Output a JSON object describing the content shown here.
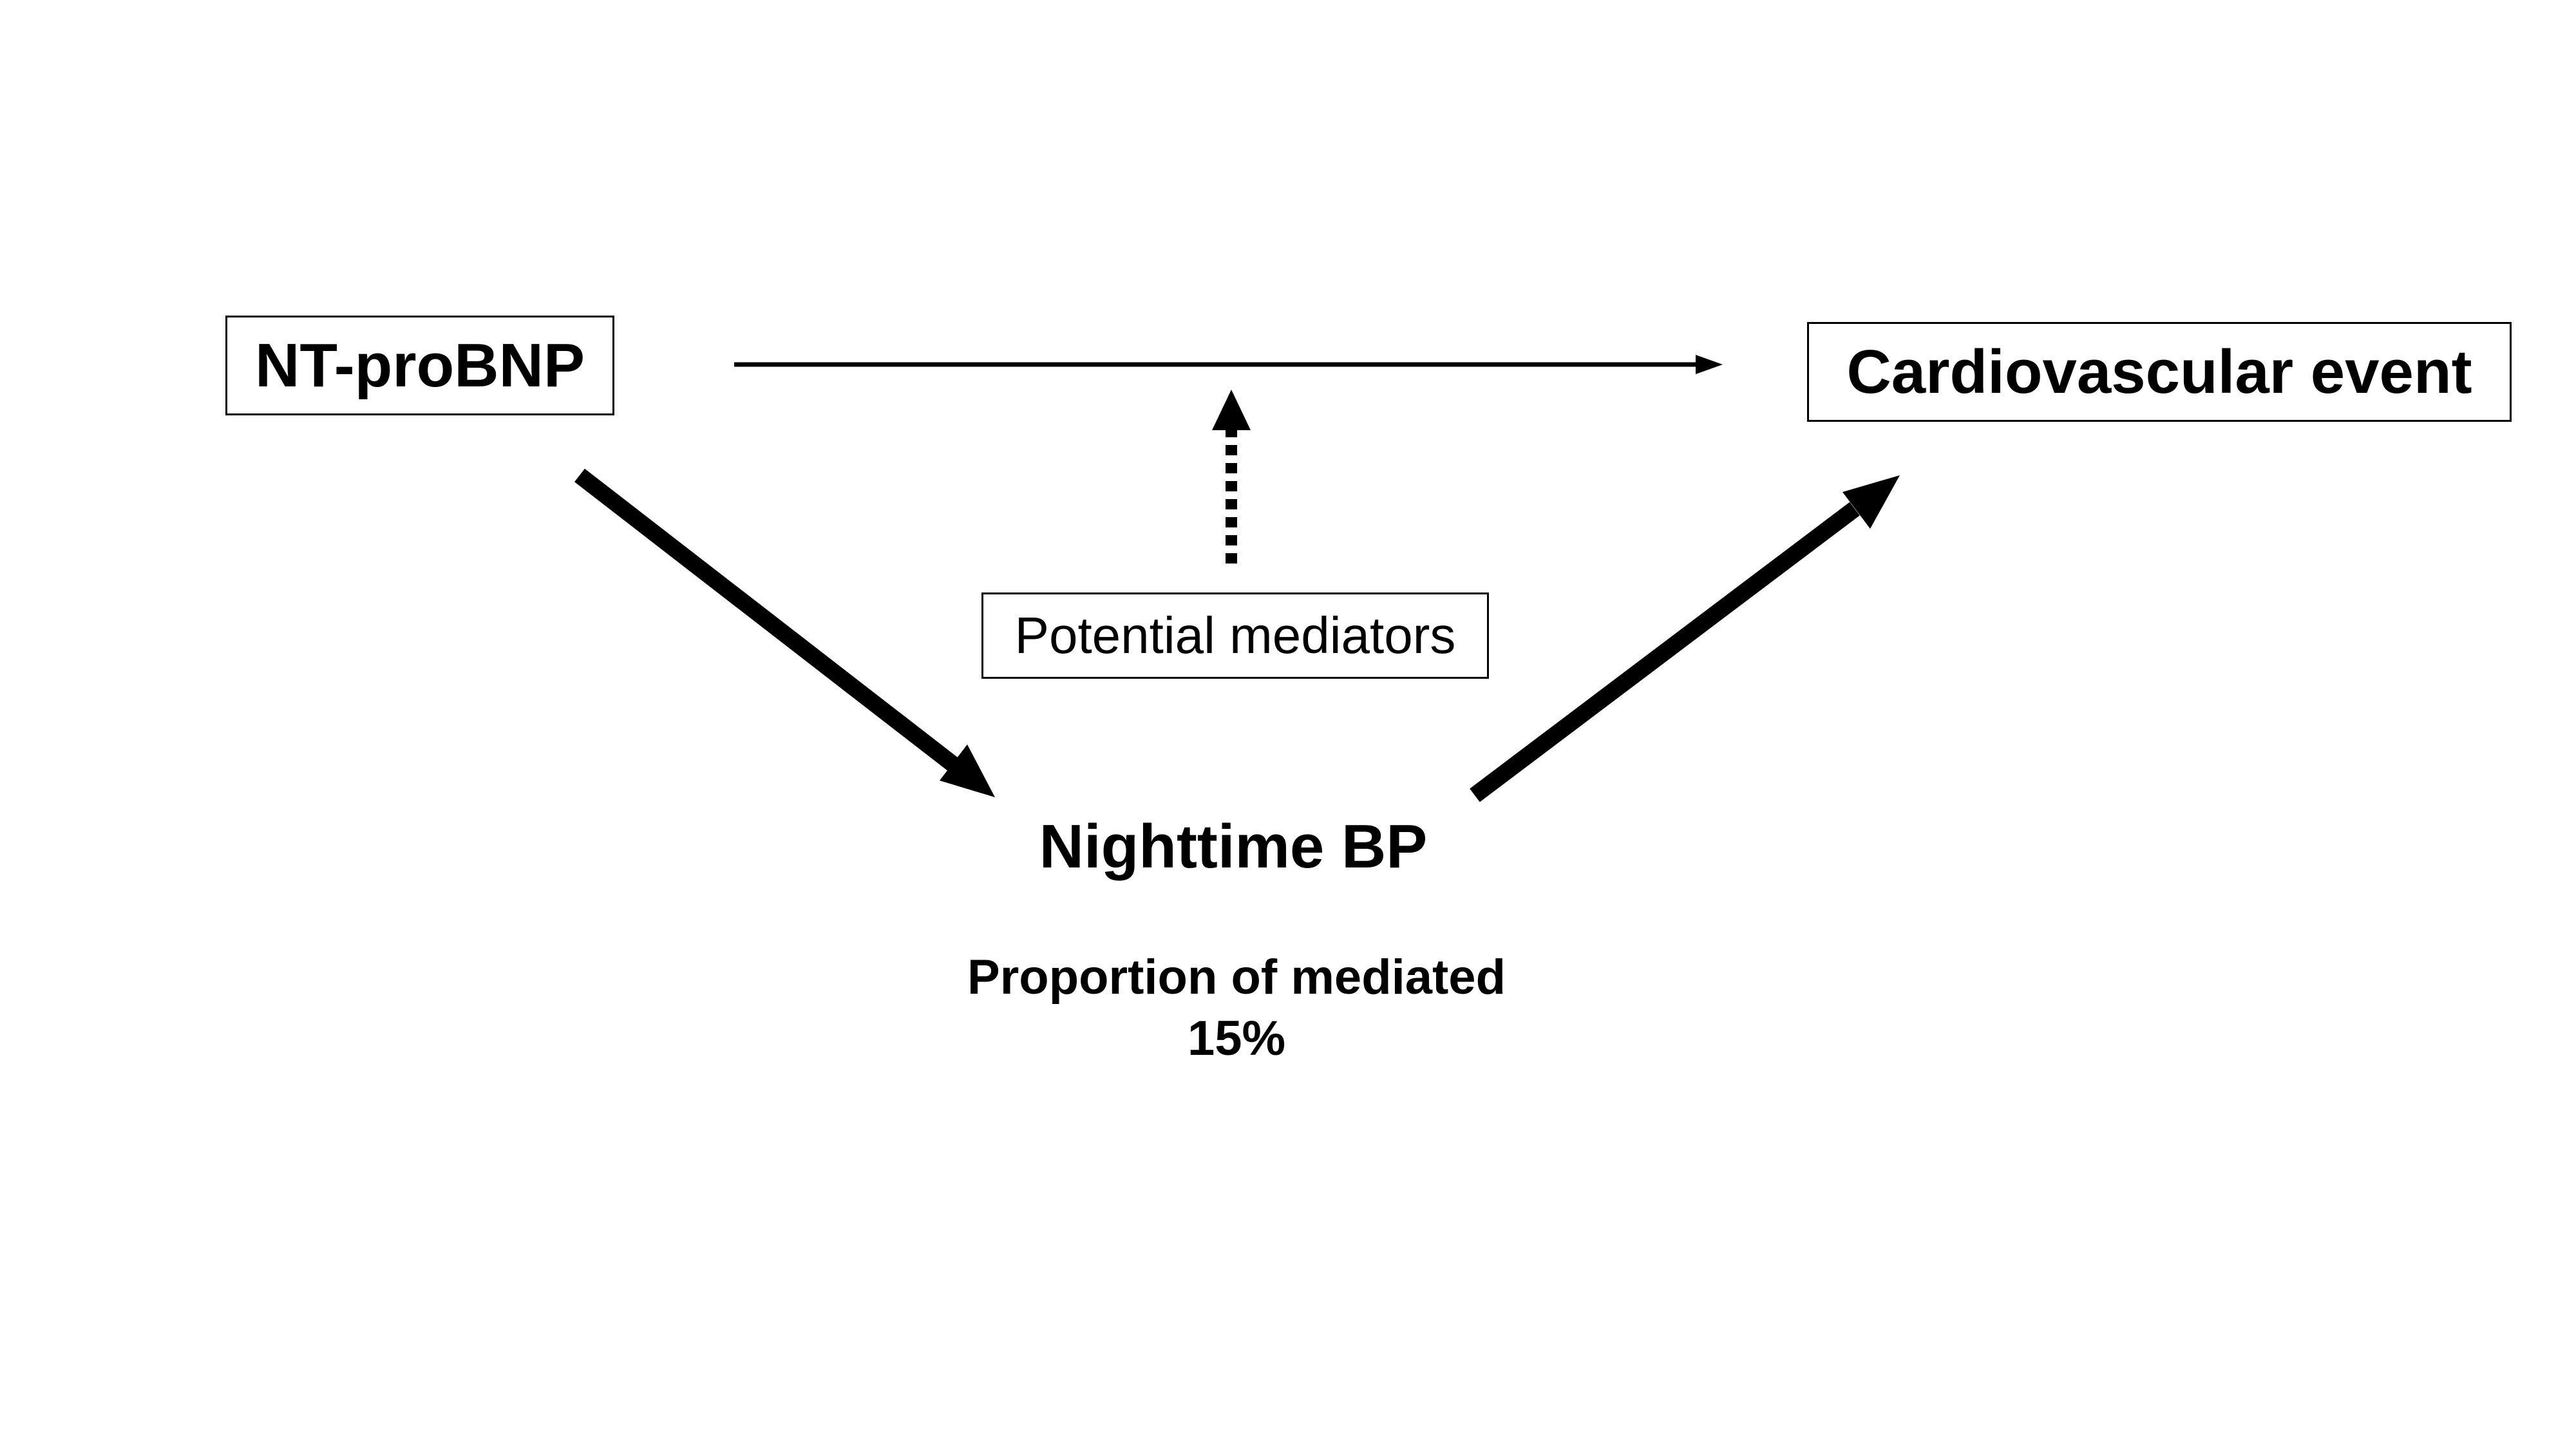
{
  "diagram": {
    "nodes": {
      "exposure": "NT-proBNP",
      "outcome": "Cardiovascular event",
      "mediators": "Potential mediators",
      "mediator": "Nighttime BP"
    },
    "mediation": {
      "label": "Proportion of mediated",
      "value": "15%"
    },
    "edges": [
      {
        "from": "NT-proBNP",
        "to": "Cardiovascular event",
        "style": "thin-solid"
      },
      {
        "from": "NT-proBNP",
        "to": "Nighttime BP",
        "style": "thick-solid"
      },
      {
        "from": "Nighttime BP",
        "to": "Cardiovascular event",
        "style": "thick-solid"
      },
      {
        "from": "Potential mediators",
        "to": "direct-path",
        "style": "thick-dotted"
      }
    ],
    "colors": {
      "stroke": "#000000",
      "background": "#ffffff"
    }
  }
}
